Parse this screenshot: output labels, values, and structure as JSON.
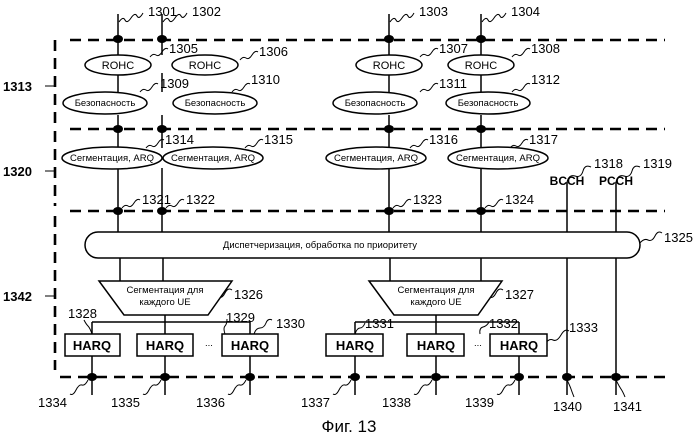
{
  "figure": {
    "caption": "Фиг. 13",
    "labels": {
      "rohc": "ROHC",
      "security": "Безопасность",
      "segmentation_arq": "Сегментация, ARQ",
      "scheduling": "Диспетчеризация, обработка по приоритету",
      "segmentation_ue_line1": "Сегментация для",
      "segmentation_ue_line2": "каждого UE",
      "harq": "HARQ",
      "ellipsis": "...",
      "bcch": "BCCH",
      "pcch": "PCCH"
    },
    "refs": {
      "r1301": "1301",
      "r1302": "1302",
      "r1303": "1303",
      "r1304": "1304",
      "r1305": "1305",
      "r1306": "1306",
      "r1307": "1307",
      "r1308": "1308",
      "r1309": "1309",
      "r1310": "1310",
      "r1311": "1311",
      "r1312": "1312",
      "r1313": "1313",
      "r1314": "1314",
      "r1315": "1315",
      "r1316": "1316",
      "r1317": "1317",
      "r1318": "1318",
      "r1319": "1319",
      "r1320": "1320",
      "r1321": "1321",
      "r1322": "1322",
      "r1323": "1323",
      "r1324": "1324",
      "r1325": "1325",
      "r1326": "1326",
      "r1327": "1327",
      "r1328": "1328",
      "r1329": "1329",
      "r1330": "1330",
      "r1331": "1331",
      "r1332": "1332",
      "r1333": "1333",
      "r1334": "1334",
      "r1335": "1335",
      "r1336": "1336",
      "r1337": "1337",
      "r1338": "1338",
      "r1339": "1339",
      "r1340": "1340",
      "r1341": "1341",
      "r1342": "1342"
    }
  }
}
